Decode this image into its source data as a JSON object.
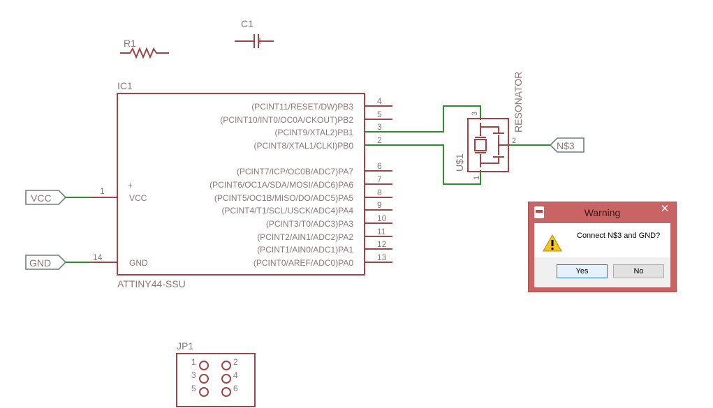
{
  "schematic": {
    "r1": {
      "name": "R1"
    },
    "c1": {
      "name": "C1"
    },
    "ic1": {
      "name": "IC1",
      "value": "ATTINY44-SSU",
      "left_pins": [
        {
          "number": "1",
          "label": "VCC"
        },
        {
          "number": "14",
          "label": "GND"
        }
      ],
      "plus_mark": "+",
      "right_pins": [
        {
          "number": "4",
          "label": "(PCINT11/RESET/DW)PB3"
        },
        {
          "number": "5",
          "label": "(PCINT10/INT0/OC0A/CKOUT)PB2"
        },
        {
          "number": "3",
          "label": "(PCINT9/XTAL2)PB1"
        },
        {
          "number": "2",
          "label": "(PCINT8/XTAL1/CLKI)PB0"
        },
        {
          "number": "6",
          "label": "(PCINT7/ICP/OC0B/ADC7)PA7"
        },
        {
          "number": "7",
          "label": "(PCINT6/OC1A/SDA/MOSI/ADC6)PA6"
        },
        {
          "number": "8",
          "label": "(PCINT5/OC1B/MISO/DO/ADC5)PA5"
        },
        {
          "number": "9",
          "label": "(PCINT4/T1/SCL/USCK/ADC4)PA4"
        },
        {
          "number": "10",
          "label": "(PCINT3/T0/ADC3)PA3"
        },
        {
          "number": "11",
          "label": "(PCINT2/AIN1/ADC2)PA2"
        },
        {
          "number": "12",
          "label": "(PCINT1/AIN0/ADC1)PA1"
        },
        {
          "number": "13",
          "label": "(PCINT0/AREF/ADC0)PA0"
        }
      ]
    },
    "resonator": {
      "name": "U$1",
      "value": "RESONATOR",
      "pin_top": "3",
      "pin_right": "2",
      "pin_bottom": "1"
    },
    "ports": {
      "vcc": "VCC",
      "gnd": "GND",
      "n3": "N$3"
    },
    "jp1": {
      "name": "JP1",
      "pins": [
        "1",
        "2",
        "3",
        "4",
        "5",
        "6"
      ]
    }
  },
  "dialog": {
    "title": "Warning",
    "close_glyph": "✕",
    "message": "Connect N$3 and GND?",
    "buttons": {
      "yes": "Yes",
      "no": "No"
    }
  },
  "colors": {
    "symbol": "#9b4747",
    "wire": "#2f8f2f",
    "label": "#8a7777",
    "dialog_frame": "#c86464"
  },
  "icons": {
    "dialog_app": "schematic-app-icon",
    "dialog_message": "warning-icon"
  }
}
